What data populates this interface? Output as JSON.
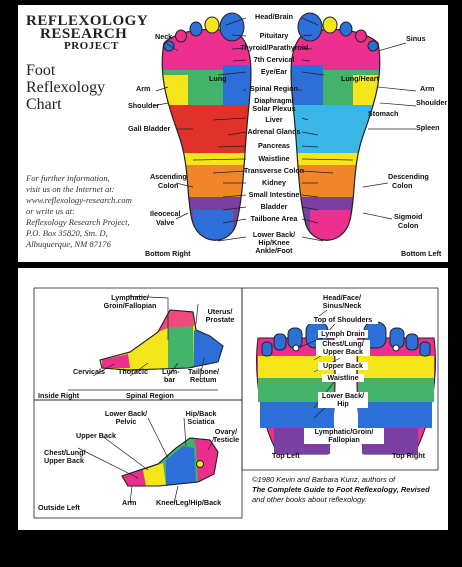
{
  "header": {
    "org_line1": "REFLEXOLOGY",
    "org_line2": "RESEARCH",
    "org_line3": "PROJECT",
    "title_line1": "Foot",
    "title_line2": "Reflexology",
    "title_line3": "Chart"
  },
  "info": {
    "line1": "For further information,",
    "line2": "visit us on the Internet at:",
    "line3": "www.reflexology-research.com",
    "line4": "or write us at:",
    "line5": "Reflexology Research Project,",
    "line6": "P.O. Box 35820, Stn. D,",
    "line7": "Albuquerque, NM 87176"
  },
  "sole_labels": {
    "head_brain": "Head/Brain",
    "neck": "Neck",
    "sinus": "Sinus",
    "pituitary": "Pituitary",
    "thyroid": "Thyroid/Parathyroid",
    "cervical": "7th Cervical",
    "eye_ear": "Eye/Ear",
    "arm_left": "Arm",
    "arm_right": "Arm",
    "lung": "Lung",
    "lung_heart": "Lung/Heart",
    "shoulder_left": "Shoulder",
    "shoulder_right": "Shoulder",
    "spinal_region": "Spinal Region",
    "diaphragm1": "Diaphragm/",
    "diaphragm2": "Solar Plexus",
    "liver": "Liver",
    "stomach": "Stomach",
    "gall_bladder": "Gall Bladder",
    "adrenal": "Adrenal Glands",
    "spleen": "Spleen",
    "pancreas": "Pancreas",
    "waistline": "Waistline",
    "transverse": "Transverse Colon",
    "ascending1": "Ascending",
    "ascending2": "Colon",
    "descending1": "Descending",
    "descending2": "Colon",
    "kidney": "Kidney",
    "small_intestine": "Small Intestine",
    "bladder": "Bladder",
    "ileocecal1": "Ileocecal",
    "ileocecal2": "Valve",
    "tailbone_area": "Tailbone Area",
    "sigmoid1": "Sigmoid",
    "sigmoid2": "Colon",
    "lower_back1": "Lower Back/",
    "lower_back2": "Hip/Knee",
    "lower_back3": "Ankle/Foot",
    "bottom_right": "Bottom Right",
    "bottom_left": "Bottom Left"
  },
  "inside_labels": {
    "lymphatic1": "Lymphatic/",
    "lymphatic2": "Groin/Fallopian",
    "uterus1": "Uterus/",
    "uterus2": "Prostate",
    "cervicals": "Cervicals",
    "thoracic": "Thoracic",
    "lumbar1": "Lum-",
    "lumbar2": "bar",
    "tailbone1": "Tailbone/",
    "tailbone2": "Rectum",
    "inside_right": "Inside Right",
    "spinal_region": "Spinal Region"
  },
  "outside_labels": {
    "lower_back1": "Lower Back/",
    "lower_back2": "Pelvic",
    "hip_back1": "Hip/Back",
    "hip_back2": "Sciatica",
    "ovary1": "Ovary/",
    "ovary2": "Testicle",
    "upper_back": "Upper Back",
    "chest1": "Chest/Lung/",
    "chest2": "Upper Back",
    "arm": "Arm",
    "knee": "Knee/Leg/Hip/Back",
    "outside_left": "Outside Left"
  },
  "top_labels": {
    "head1": "Head/Face/",
    "head2": "Sinus/Neck",
    "top_shoulders": "Top of Shoulders",
    "lymph_drain": "Lymph Drain",
    "chest1": "Chest/Lung/",
    "chest2": "Upper Back",
    "upper_back": "Upper Back",
    "waistline": "Waistline",
    "lower_back1": "Lower Back/",
    "lower_back2": "Hip",
    "lymphatic1": "Lymphatic/Groin/",
    "lymphatic2": "Fallopian",
    "top_left": "Top Left",
    "top_right": "Top Right"
  },
  "copyright": {
    "line1": "©1980 Kevin and Barbara Kunz, authors of",
    "line2": "The Complete Guide to Foot Reflexology, Revised",
    "line3": "and other books about reflexology."
  },
  "colors": {
    "pink": "#ec2f8e",
    "blue": "#2d6fd8",
    "yellow": "#f4e61a",
    "green": "#44b36a",
    "orange": "#f0852a",
    "cyan": "#39b6e6",
    "purple": "#7a3fa0",
    "red": "#e0322b"
  }
}
